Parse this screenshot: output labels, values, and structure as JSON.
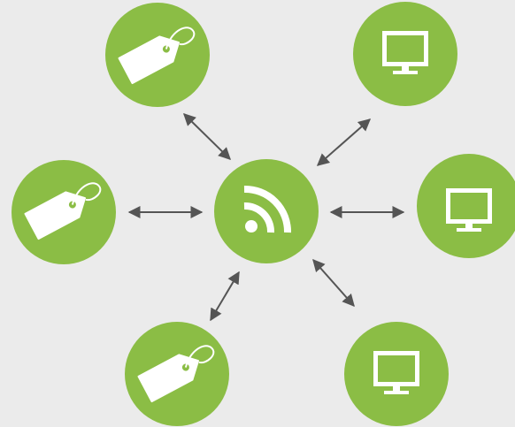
{
  "colors": {
    "background": "#ebebeb",
    "node_fill": "#8bbd45",
    "icon_fill": "#ffffff",
    "connector": "#555555"
  },
  "hub": {
    "icon": "rss-feed-icon"
  },
  "nodes": [
    {
      "id": "tag-top-left",
      "icon": "price-tag-icon"
    },
    {
      "id": "monitor-top-right",
      "icon": "monitor-icon"
    },
    {
      "id": "tag-middle-left",
      "icon": "price-tag-icon"
    },
    {
      "id": "monitor-middle-right",
      "icon": "monitor-icon"
    },
    {
      "id": "tag-bottom-left",
      "icon": "price-tag-icon"
    },
    {
      "id": "monitor-bottom-right",
      "icon": "monitor-icon"
    }
  ],
  "connections": [
    {
      "from": "hub",
      "to": "tag-top-left",
      "direction": "bidirectional"
    },
    {
      "from": "hub",
      "to": "monitor-top-right",
      "direction": "bidirectional"
    },
    {
      "from": "hub",
      "to": "tag-middle-left",
      "direction": "bidirectional"
    },
    {
      "from": "hub",
      "to": "monitor-middle-right",
      "direction": "bidirectional"
    },
    {
      "from": "hub",
      "to": "tag-bottom-left",
      "direction": "bidirectional"
    },
    {
      "from": "hub",
      "to": "monitor-bottom-right",
      "direction": "bidirectional"
    }
  ]
}
